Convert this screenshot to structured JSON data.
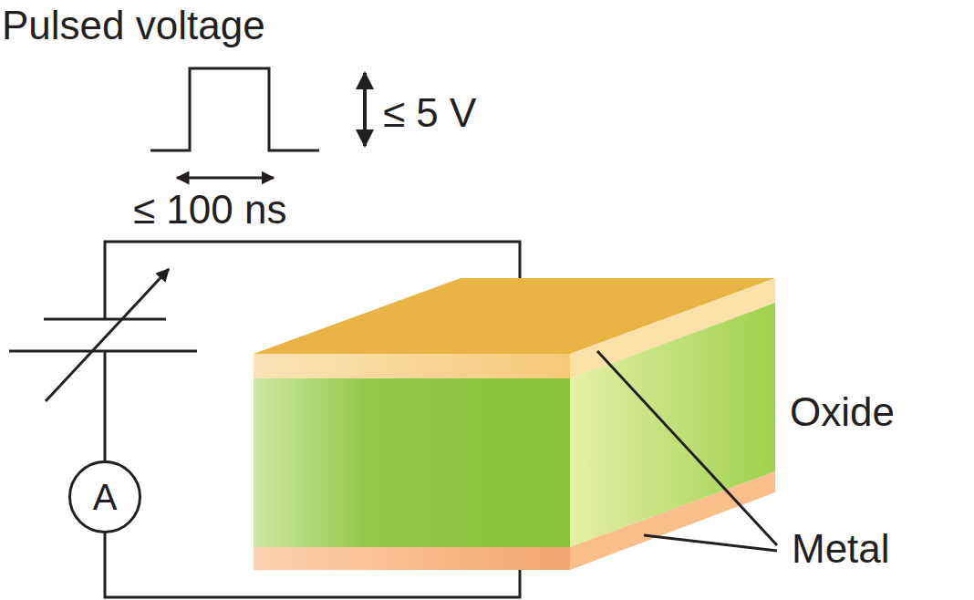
{
  "diagram": {
    "nodes": [
      {
        "text": [
          "A"
        ]
      }
    ],
    "labels": [
      "Pulsed voltage",
      "≤ 5 V",
      "≤ 100 ns",
      "Oxide",
      "Metal"
    ]
  }
}
